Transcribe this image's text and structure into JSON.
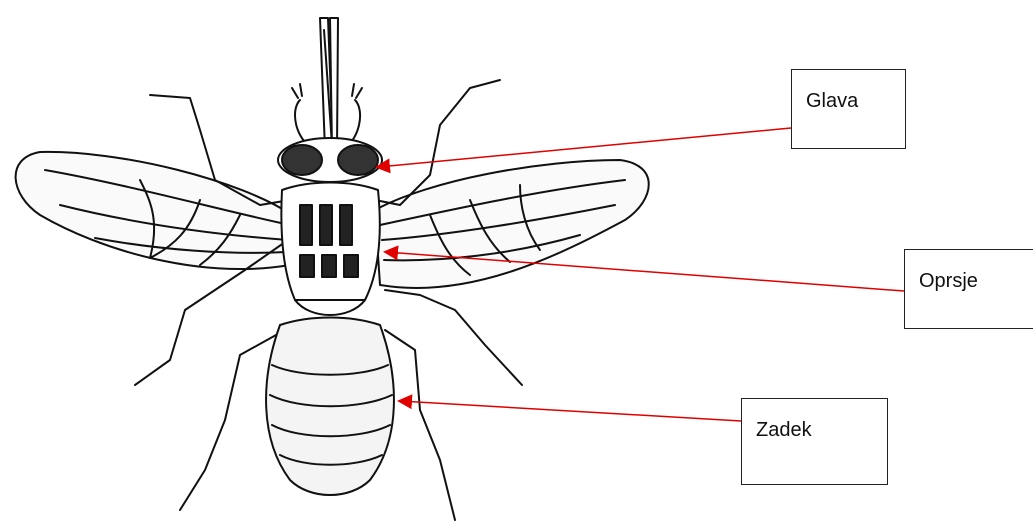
{
  "labels": {
    "glava": "Glava",
    "oprsje": "Oprsje",
    "zadek": "Zadek"
  },
  "colors": {
    "arrow": "#e00000",
    "drawing": "#111111"
  }
}
